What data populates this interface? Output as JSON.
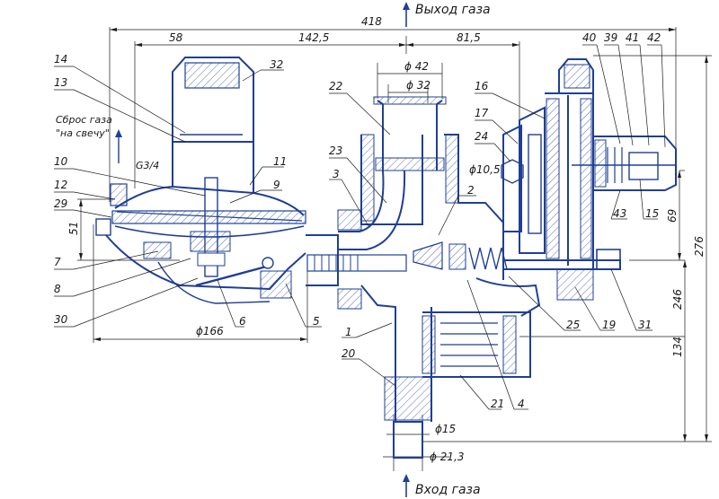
{
  "flow": {
    "outlet": "Выход газа",
    "inlet": "Вход газа",
    "vent_line1": "Сброс газа",
    "vent_line2": "\"на свечу\""
  },
  "thread": "G3/4",
  "dimensions": {
    "overall_width": "418",
    "d58": "58",
    "d142_5": "142,5",
    "d81_5": "81,5",
    "phi42": "ϕ 42",
    "phi32": "ϕ 32",
    "phi10_5": "ϕ10,5",
    "phi166": "ϕ166",
    "phi15": "ϕ15",
    "phi21_3": "ϕ 21,3",
    "v51": "51",
    "v69": "69",
    "v246": "246",
    "v276": "276",
    "v134": "134"
  },
  "callouts": [
    "1",
    "2",
    "3",
    "4",
    "5",
    "6",
    "7",
    "8",
    "9",
    "10",
    "11",
    "12",
    "13",
    "14",
    "15",
    "16",
    "17",
    "19",
    "20",
    "21",
    "22",
    "23",
    "24",
    "25",
    "29",
    "30",
    "31",
    "32",
    "39",
    "40",
    "41",
    "42",
    "43"
  ],
  "colors": {
    "line": "#1c1c1c",
    "accent": "#1f3f95",
    "hatch": "#2a48a0"
  }
}
